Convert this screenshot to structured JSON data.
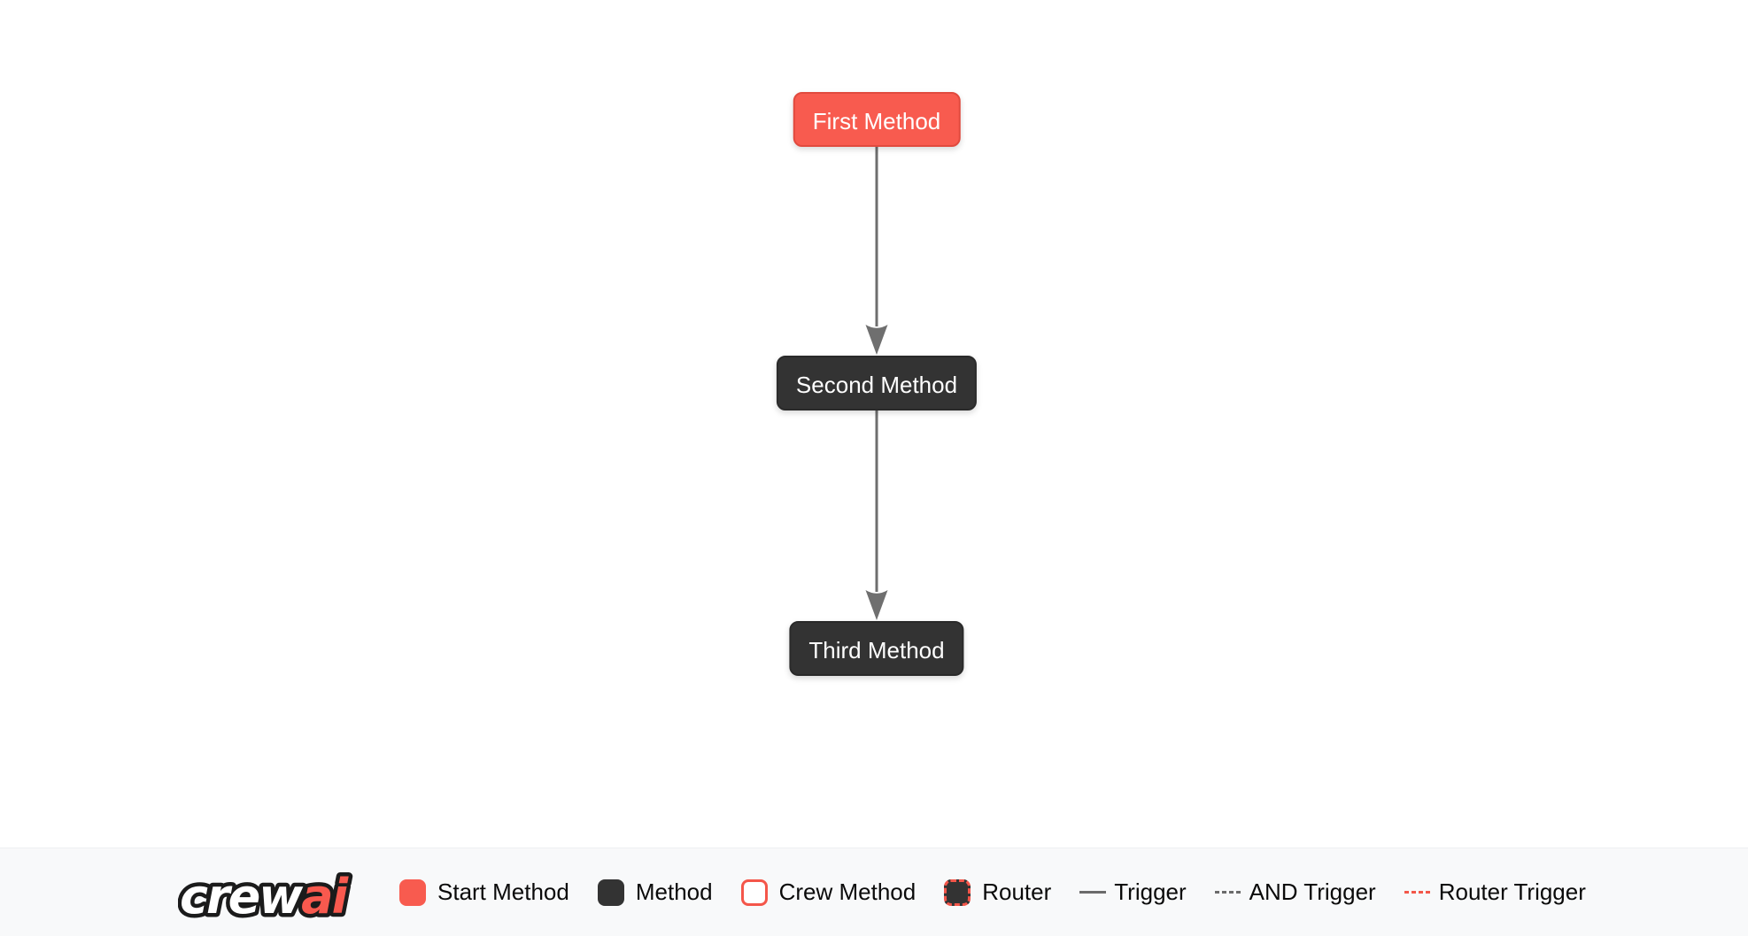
{
  "diagram": {
    "nodes": [
      {
        "label": "First Method",
        "type": "start-method",
        "fill": "#f85b4f",
        "border": "#e14a3e",
        "text_color": "#ffffff"
      },
      {
        "label": "Second Method",
        "type": "method",
        "fill": "#333333",
        "border": "#2a2a2a",
        "text_color": "#ffffff"
      },
      {
        "label": "Third Method",
        "type": "method",
        "fill": "#333333",
        "border": "#2a2a2a",
        "text_color": "#ffffff"
      }
    ],
    "edges": [
      {
        "from": "First Method",
        "to": "Second Method",
        "type": "trigger",
        "color": "#6e6e6e"
      },
      {
        "from": "Second Method",
        "to": "Third Method",
        "type": "trigger",
        "color": "#6e6e6e"
      }
    ]
  },
  "footer": {
    "logo_crew": "crew",
    "logo_ai": "ai",
    "legend_items": [
      {
        "label": "Start Method",
        "swatch": "start-method-swatch"
      },
      {
        "label": "Method",
        "swatch": "method-swatch"
      },
      {
        "label": "Crew Method",
        "swatch": "crew-method-swatch"
      },
      {
        "label": "Router",
        "swatch": "router-swatch"
      },
      {
        "label": "Trigger",
        "swatch": "trigger-line"
      },
      {
        "label": "AND Trigger",
        "swatch": "and-trigger-line"
      },
      {
        "label": "Router Trigger",
        "swatch": "router-trigger-line"
      }
    ],
    "colors": {
      "accent_red": "#f85b4f",
      "legend_red": "#f4564a",
      "dark": "#333333",
      "line_gray": "#6b6b6b",
      "line_red": "#f25749",
      "bar_background": "#f8f9fa"
    }
  }
}
